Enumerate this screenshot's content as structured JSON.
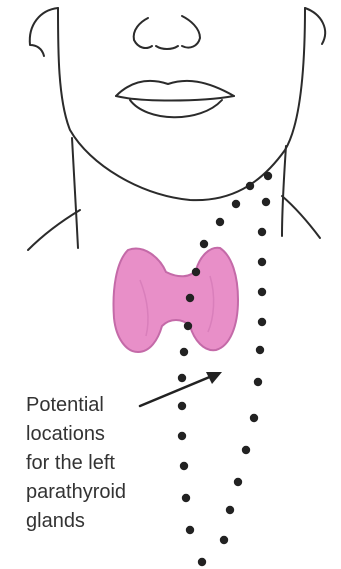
{
  "caption": {
    "lines": [
      "Potential",
      "locations",
      "for the left",
      "parathyroid",
      "glands"
    ]
  },
  "colors": {
    "outline": "#2b2b2b",
    "thyroid_fill": "#e88fc8",
    "thyroid_edge": "#c46aa8",
    "dots": "#222222",
    "arrow": "#222222",
    "caption_text": "#333333"
  },
  "figure": {
    "subject": "head and neck outline with thyroid gland",
    "dot_columns": [
      "left-column",
      "right-column"
    ]
  }
}
